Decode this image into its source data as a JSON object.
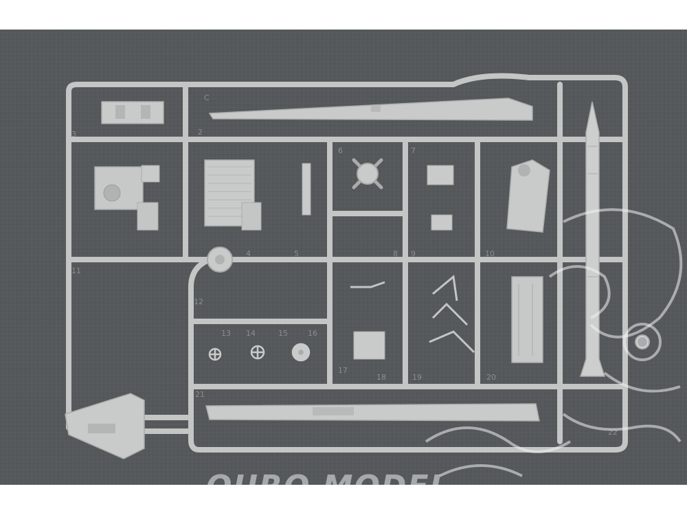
{
  "sprue": {
    "letter": "C",
    "part_numbers": [
      "2",
      "3",
      "4",
      "5",
      "6",
      "7",
      "8",
      "9",
      "10",
      "11",
      "12",
      "13",
      "14",
      "15",
      "16",
      "17",
      "18",
      "19",
      "20",
      "21",
      "22"
    ]
  },
  "watermark": {
    "text": "OURO MODEL"
  },
  "colors": {
    "background": "#55595b",
    "plastic": "#c9cbca",
    "plastic_shadow": "#a9acab",
    "watermark": "#e6e6e6"
  }
}
